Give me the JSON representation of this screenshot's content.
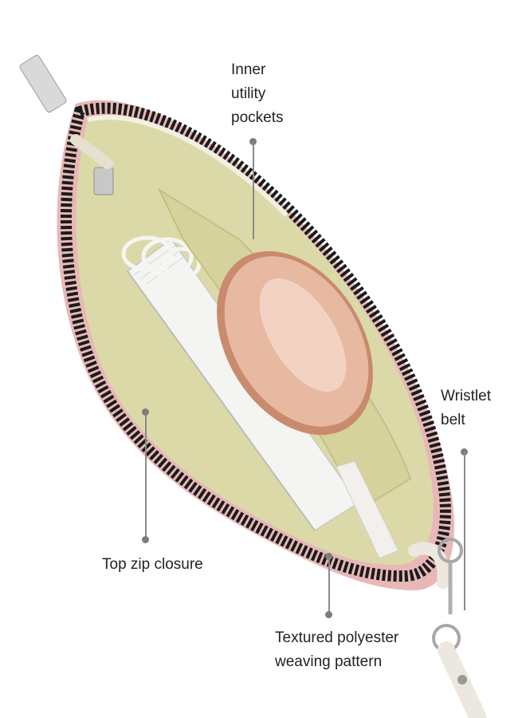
{
  "callouts": {
    "inner_pockets": "Inner\nutility\npockets",
    "wristlet_belt": "Wristlet\nbelt",
    "top_zip": "Top zip closure",
    "textured": "Textured polyester\nweaving pattern"
  },
  "colors": {
    "lining": "#dcd9a8",
    "zipper": "#1b1b1b",
    "compact": "#d8977c",
    "pink_weave": "#e7b8b7",
    "strap": "#ece8df",
    "pointer": "#7d7d7d"
  }
}
